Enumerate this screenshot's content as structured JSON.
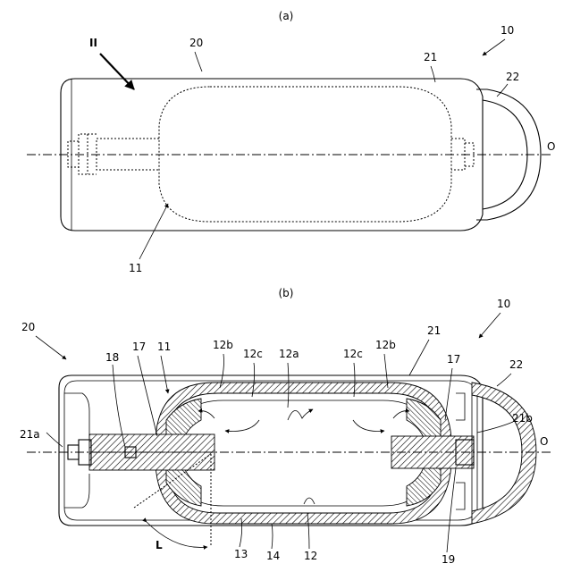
{
  "figure_a": {
    "panel_label": "(a)",
    "labels": {
      "ref_10": "10",
      "ref_20": "20",
      "ref_21": "21",
      "ref_22": "22",
      "ref_II": "II",
      "ref_O": "O",
      "ref_11": "11"
    }
  },
  "figure_b": {
    "panel_label": "(b)",
    "labels": {
      "ref_10": "10",
      "ref_20": "20",
      "ref_21": "21",
      "ref_22": "22",
      "ref_21a": "21a",
      "ref_21b": "21b",
      "ref_18": "18",
      "ref_17_left": "17",
      "ref_17_right": "17",
      "ref_11": "11",
      "ref_12b_left": "12b",
      "ref_12c_left": "12c",
      "ref_12a": "12a",
      "ref_12c_right": "12c",
      "ref_12b_right": "12b",
      "ref_O": "O",
      "ref_L": "L",
      "ref_13": "13",
      "ref_14": "14",
      "ref_12": "12",
      "ref_19": "19"
    }
  }
}
